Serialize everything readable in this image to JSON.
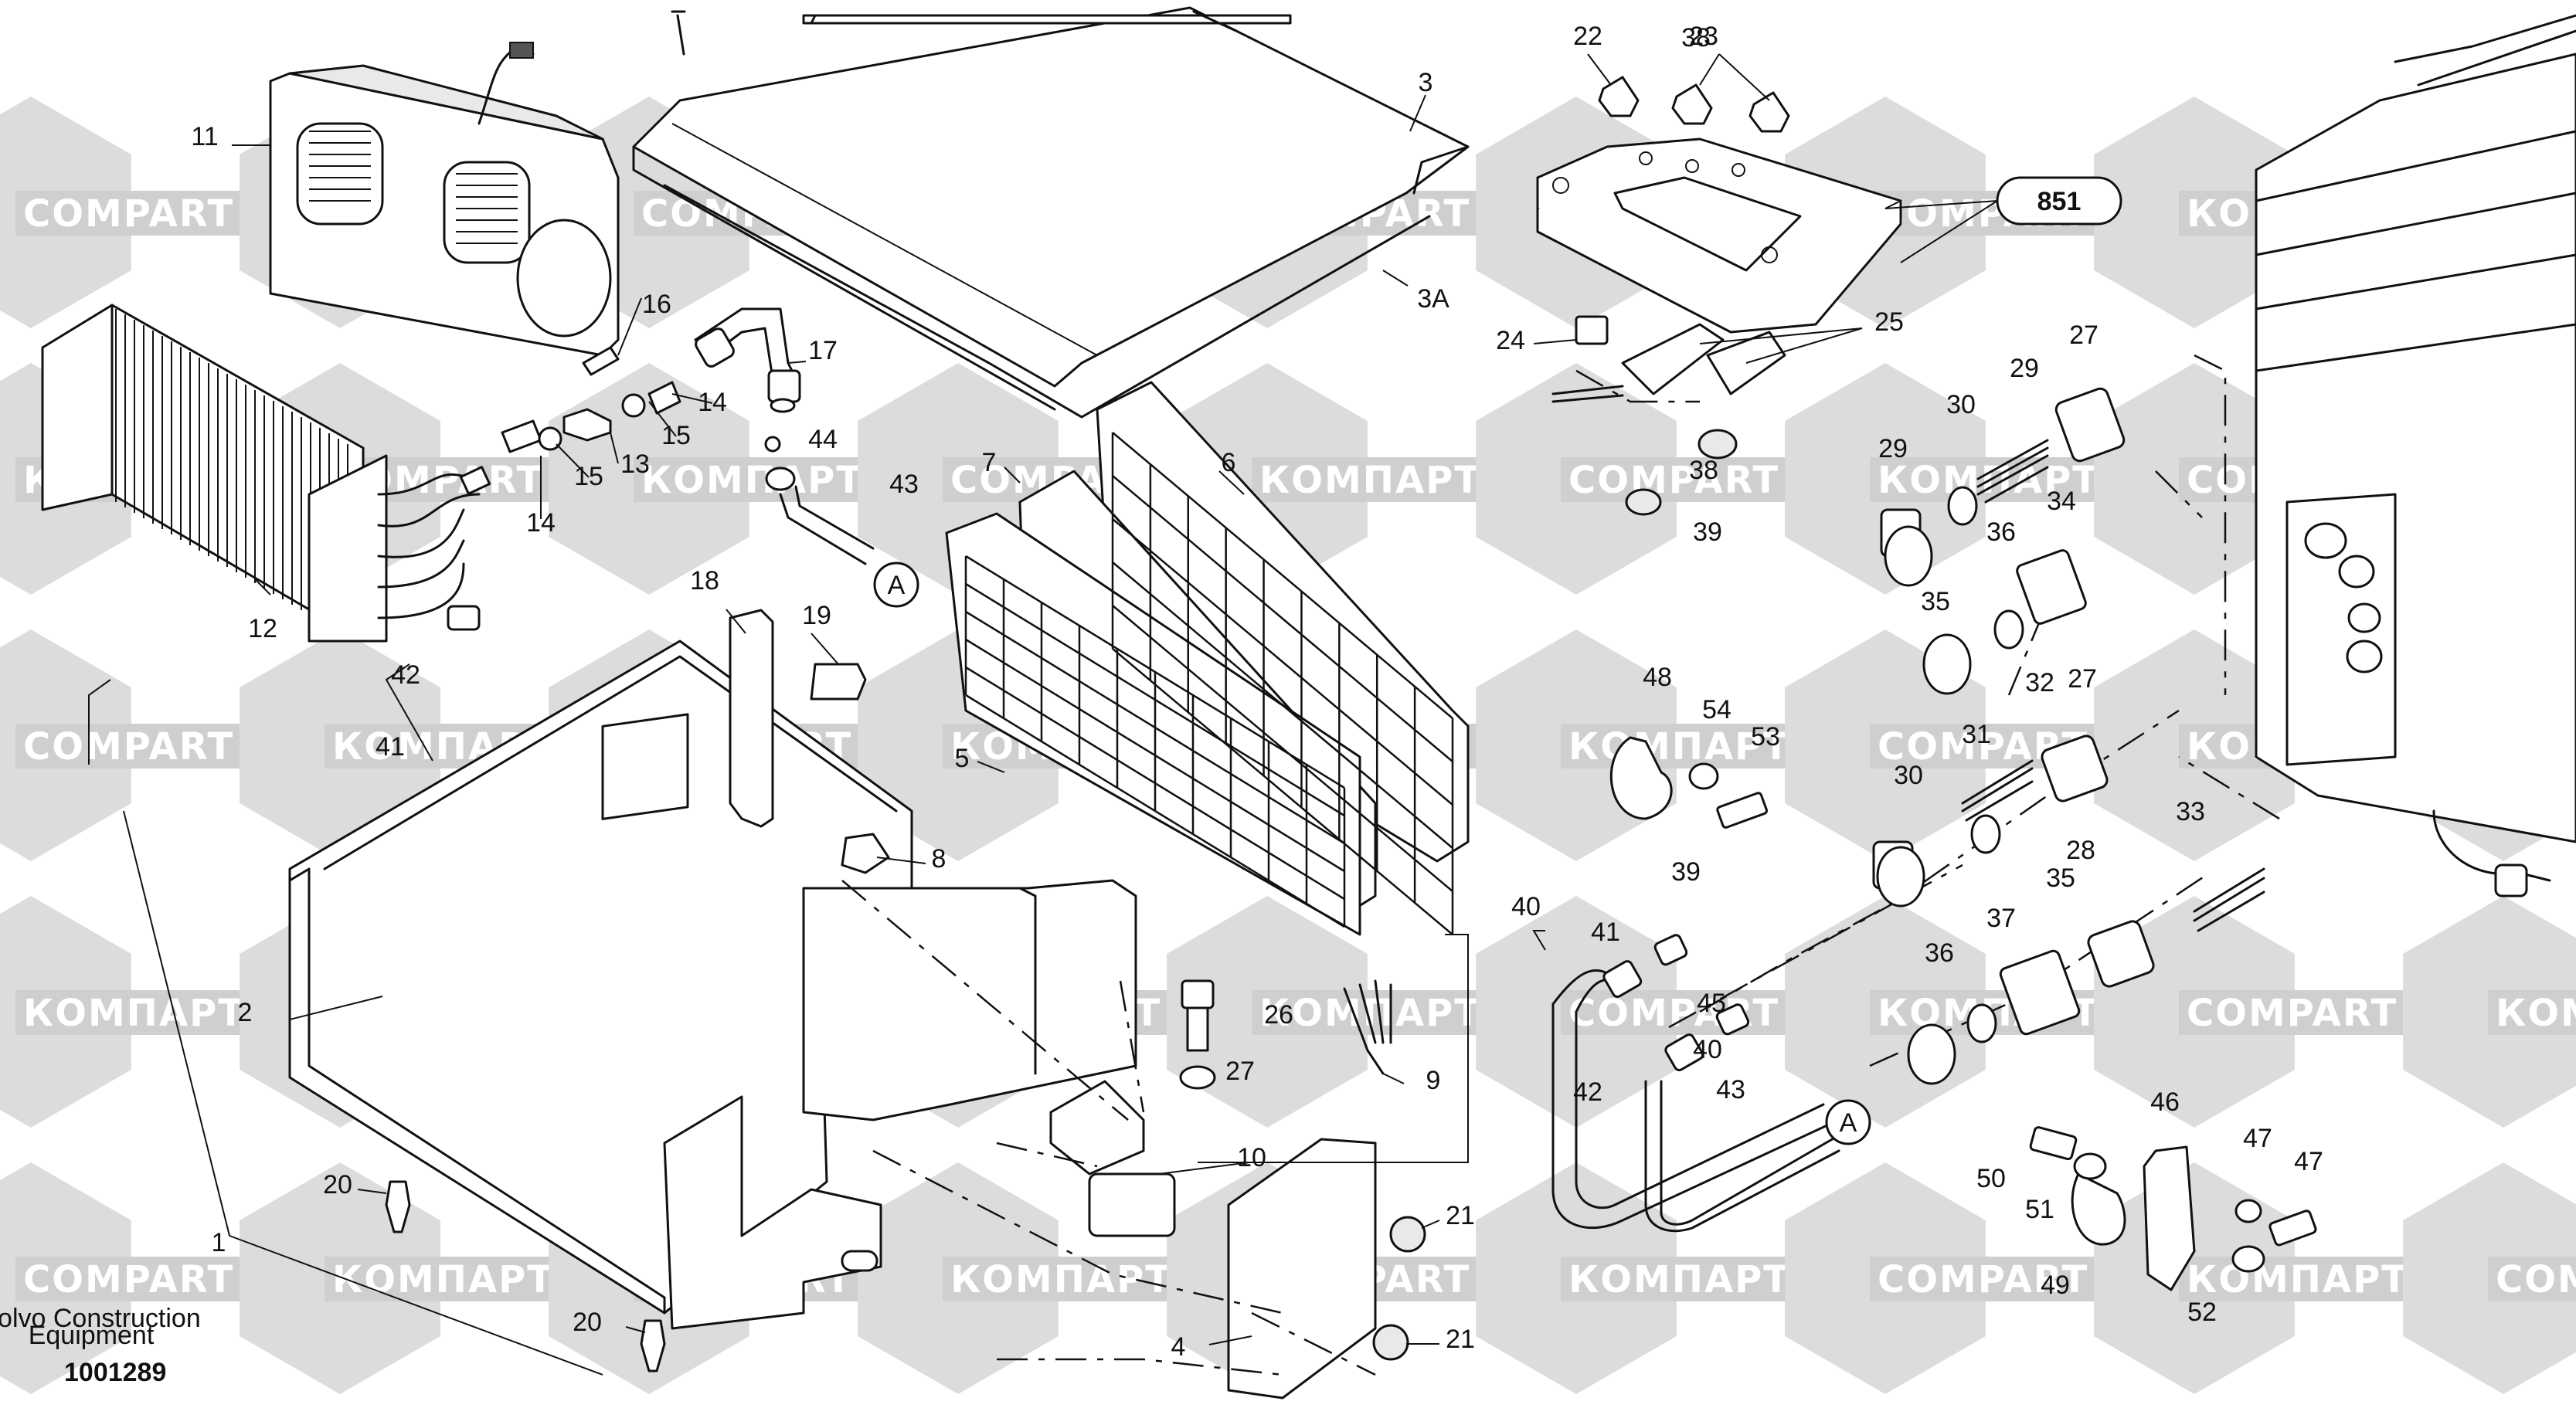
{
  "brand": {
    "maker_line1": "Volvo Construction",
    "maker_line2": "Equipment",
    "drawing_number": "1001289"
  },
  "watermark": {
    "text_latin": "COMPART",
    "text_cyrillic": "КОМПАРТ"
  },
  "reference_tag": "851",
  "section_marker": "A",
  "callouts": [
    "1",
    "2",
    "3",
    "3A",
    "4",
    "5",
    "6",
    "7",
    "8",
    "9",
    "10",
    "11",
    "12",
    "13",
    "14",
    "14",
    "15",
    "15",
    "16",
    "17",
    "18",
    "19",
    "20",
    "20",
    "21",
    "21",
    "22",
    "23",
    "24",
    "25",
    "26",
    "27",
    "27",
    "27",
    "28",
    "29",
    "29",
    "30",
    "30",
    "31",
    "32",
    "33",
    "34",
    "35",
    "35",
    "36",
    "36",
    "37",
    "38",
    "38",
    "39",
    "39",
    "40",
    "40",
    "41",
    "41",
    "42",
    "42",
    "43",
    "43",
    "44",
    "45",
    "46",
    "47",
    "47",
    "48",
    "49",
    "50",
    "51",
    "52",
    "53",
    "54"
  ]
}
